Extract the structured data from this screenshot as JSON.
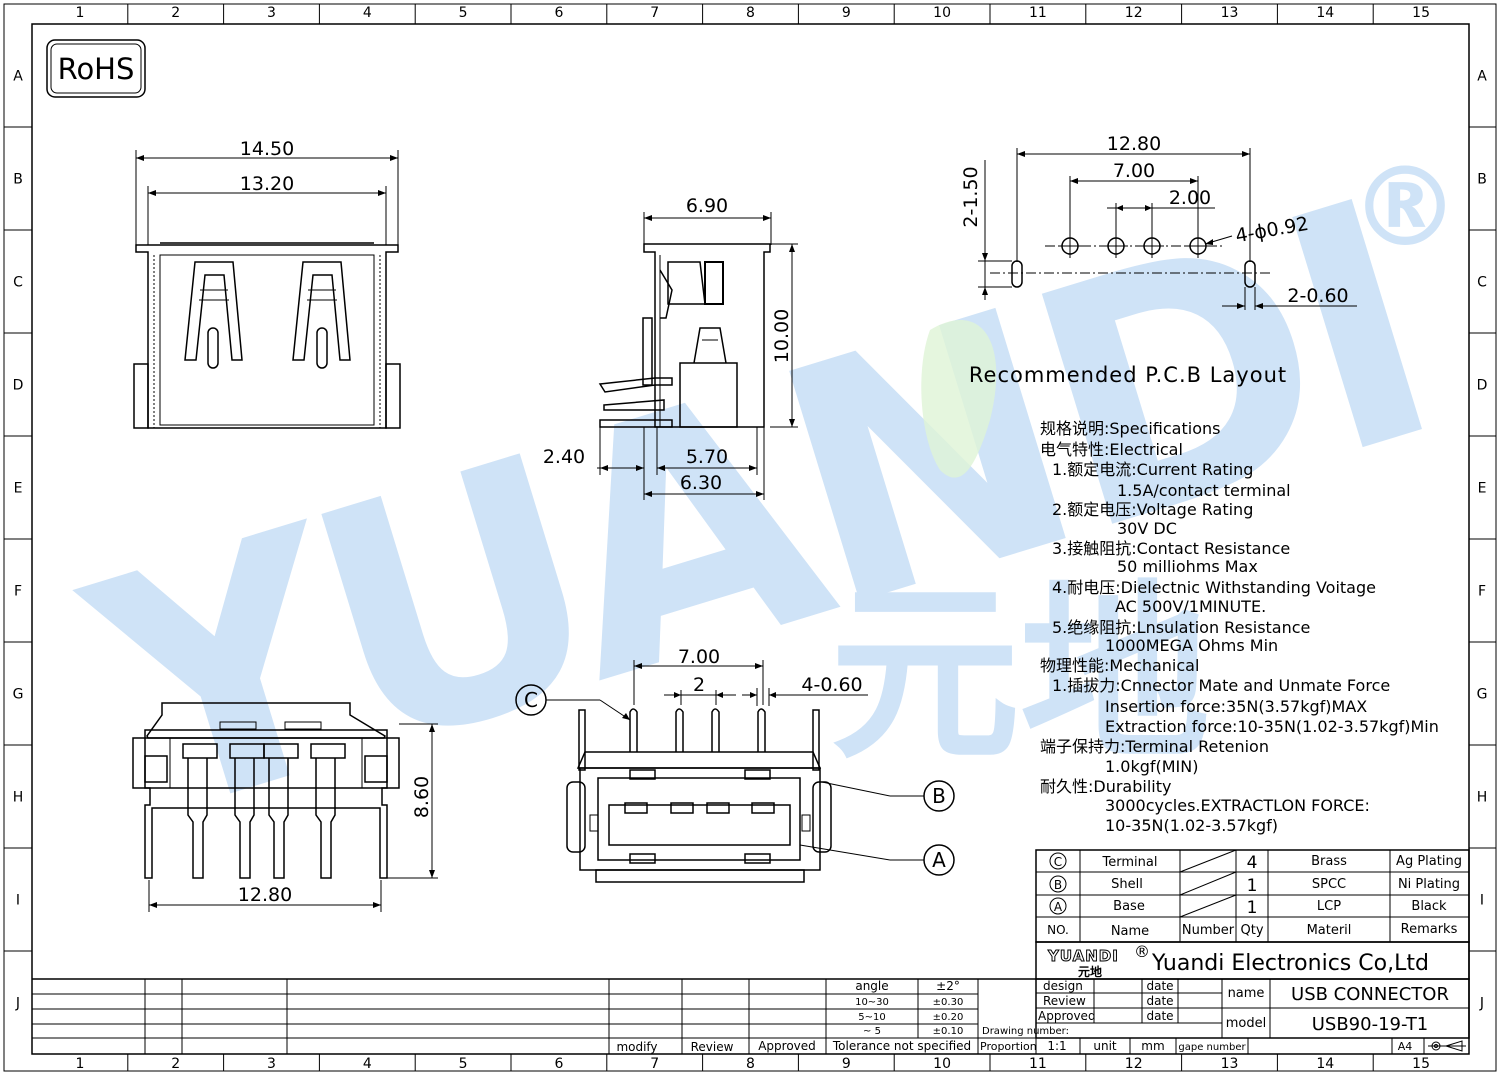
{
  "frame": {
    "columns": [
      "1",
      "2",
      "3",
      "4",
      "5",
      "6",
      "7",
      "8",
      "9",
      "10",
      "11",
      "12",
      "13",
      "14",
      "15"
    ],
    "rows": [
      "A",
      "B",
      "C",
      "D",
      "E",
      "F",
      "G",
      "H",
      "I",
      "J"
    ]
  },
  "rohs_badge": "RoHS",
  "watermark": {
    "letters": "YUANDI",
    "registered": "®",
    "chinese": "元地",
    "color": "#cfe3f7"
  },
  "front_view": {
    "dim_overall": "14.50",
    "dim_inner": "13.20"
  },
  "side_view": {
    "dim_top": "6.90",
    "dim_height": "10.00",
    "dim_left": "2.40",
    "dim_mid": "5.70",
    "dim_bottom": "6.30"
  },
  "pcb_layout": {
    "dim_total": "12.80",
    "dim_outer_pins": "7.00",
    "dim_pitch": "2.00",
    "dim_slot_height": "2-1.50",
    "dim_holes": "4-ϕ0.92",
    "dim_slot_width": "2-0.60",
    "caption": "Recommended P.C.B Layout"
  },
  "bottom_view": {
    "dim_height": "8.60",
    "dim_width": "12.80"
  },
  "iso_view": {
    "dim_outer": "7.00",
    "dim_pitch": "2",
    "dim_pins": "4-0.60",
    "callout_c": "C",
    "callout_b": "B",
    "callout_a": "A"
  },
  "specs": [
    "规格说明:Specifications",
    "电气特性:Electrical",
    "1.额定电流:Current  Rating",
    "1.5A/contact  terminal",
    "2.额定电压:Voltage  Rating",
    "30V  DC",
    "3.接触阻抗:Contact  Resistance",
    "50  milliohms  Max",
    "4.耐电压:Dielectnic  Withstanding  Voitage",
    "AC  500V/1MINUTE.",
    "5.绝缘阻抗:Lnsulation  Resistance",
    "1000MEGA  Ohms  Min",
    "物理性能:Mechanical",
    "1.插拔力:Cnnector  Mate  and  Unmate  Force",
    "Insertion  force:35N(3.57kgf)MAX",
    "Extraction  force:10-35N(1.02-3.57kgf)Min",
    "端子保持力:Terminal  Retenion",
    "1.0kgf(MIN)",
    "耐久性:Durability",
    "3000cycles.EXTRACTLON  FORCE:",
    "10-35N(1.02-3.57kgf)"
  ],
  "bom": {
    "header": [
      "NO.",
      "Name",
      "Number",
      "Qty",
      "Materil",
      "Remarks"
    ],
    "rows": [
      [
        "C",
        "Terminal",
        "",
        "4",
        "Brass",
        "Ag  Plating"
      ],
      [
        "B",
        "Shell",
        "",
        "1",
        "SPCC",
        "Ni  Plating"
      ],
      [
        "A",
        "Base",
        "",
        "1",
        "LCP",
        "Black"
      ]
    ]
  },
  "title_block": {
    "logo": "YUANDI",
    "logo_cn": "元地",
    "logo_reg": "®",
    "company": "Yuandi  Electronics  Co,Ltd",
    "design": "design",
    "review": "Review",
    "approved": "Approved",
    "date": "date",
    "name_label": "name",
    "name_value": "USB  CONNECTOR",
    "model_label": "model",
    "model_value": "USB90-19-T1",
    "drawing_number": "Drawing  number:",
    "proportion": "Proportion",
    "scale": "1:1",
    "unit_label": "unit",
    "unit": "mm",
    "gape_number": "gape  number",
    "paper": "A4"
  },
  "tolerance": {
    "header": [
      "angle",
      "±2°"
    ],
    "rows": [
      [
        "10~30",
        "±0.30"
      ],
      [
        "5~10",
        "±0.20"
      ],
      [
        "~ 5",
        "±0.10"
      ]
    ],
    "label": "Tolerance  not  specified"
  },
  "revision": {
    "modify": "modify",
    "review": "Review",
    "approved": "Approved"
  }
}
